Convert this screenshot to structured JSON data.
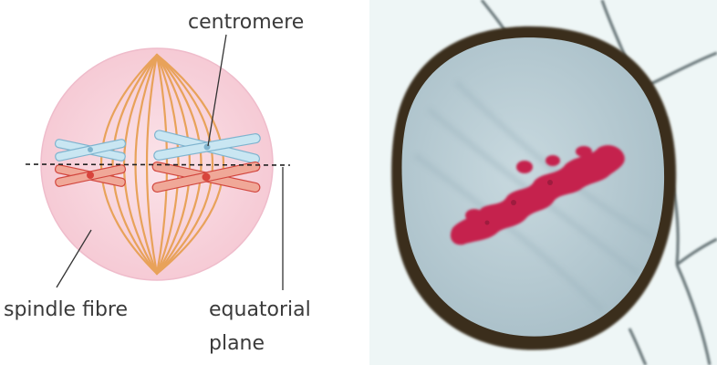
{
  "diagram": {
    "labels": {
      "centromere": "centromere",
      "spindle_fibre": "spindle fibre",
      "equatorial_line1": "equatorial",
      "equatorial_line2": "plane"
    }
  },
  "colors": {
    "cell_fill": "#f8d2dc",
    "cell_edge": "#ecb9c6",
    "spindle": "#e8a25a",
    "chromatid_blue": "#c9e6f2",
    "chromatid_blue_edge": "#7fb4cf",
    "chromatid_red": "#f0a898",
    "chromatid_red_edge": "#d2473f",
    "centromere_dot": "#d8443c",
    "photo_background": "#eef6f6",
    "photo_wall": "#3b2e1f",
    "photo_cytoplasm": "#b9ccd3",
    "photo_chromosomes": "#c5234e"
  },
  "photo": {
    "name": "micrograph-metaphase-cell"
  }
}
